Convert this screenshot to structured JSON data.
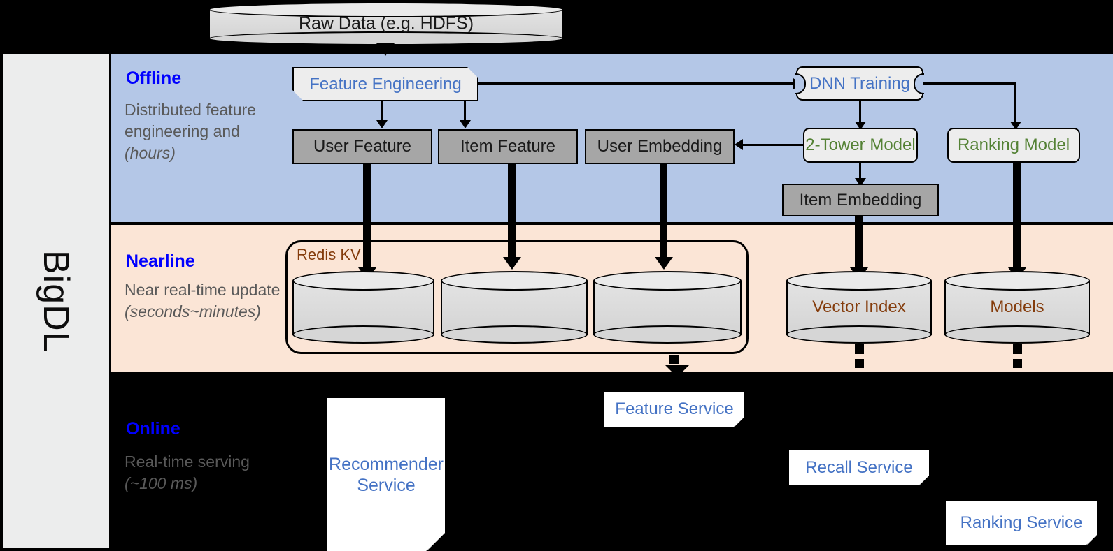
{
  "platform": {
    "name": "BigDL"
  },
  "source": {
    "label": "Raw Data (e.g. HDFS)"
  },
  "stages": [
    {
      "key": "offline",
      "title": "Offline",
      "desc": "Distributed feature engineering and ",
      "desc_em": "(hours)"
    },
    {
      "key": "nearline",
      "title": "Nearline",
      "desc": "Near real-time update ",
      "desc_em": "(seconds~minutes)"
    },
    {
      "key": "online",
      "title": "Online",
      "desc": "Real-time serving ",
      "desc_em": "(~100 ms)"
    }
  ],
  "offline": {
    "feature_engineering": "Feature Engineering",
    "dnn_training": "DNN Training",
    "user_feature": "User Feature",
    "item_feature": "Item Feature",
    "user_embedding": "User Embedding",
    "item_embedding": "Item Embedding",
    "two_tower_model": "2-Tower Model",
    "ranking_model": "Ranking Model"
  },
  "nearline": {
    "redis_kv": "Redis KV",
    "store_user_feature": "",
    "store_item_feature": "",
    "store_user_embedding": "",
    "vector_index": "Vector Index",
    "models": "Models"
  },
  "online": {
    "recommender_service": "Recommender Service",
    "feature_service": "Feature Service",
    "recall_service": "Recall Service",
    "ranking_service": "Ranking Service"
  },
  "colors": {
    "offline_band": "#b4c7e7",
    "nearline_band": "#fbe5d6",
    "online_band": "#000000",
    "stage_title": "#0000ff",
    "stage_desc": "#595959",
    "process_blue": "#4472c4",
    "model_green": "#548235",
    "storage_gray": "#a6a6a6",
    "store_brown": "#843c0c",
    "panel_gray": "#eceded"
  }
}
